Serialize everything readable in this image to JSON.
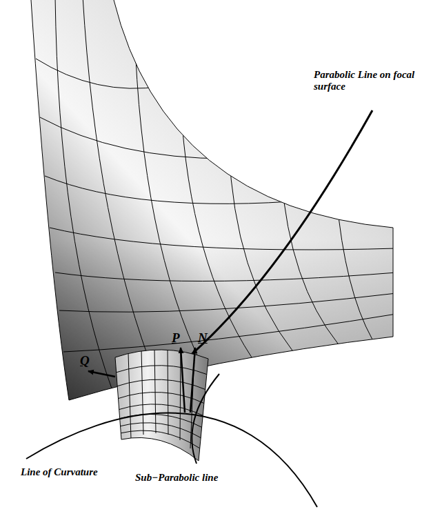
{
  "diagram": {
    "labels": [
      "Parabolic Line on focal surface",
      "P",
      "N",
      "Q",
      "Line of Curvature",
      "Sub−Parabolic line"
    ]
  }
}
